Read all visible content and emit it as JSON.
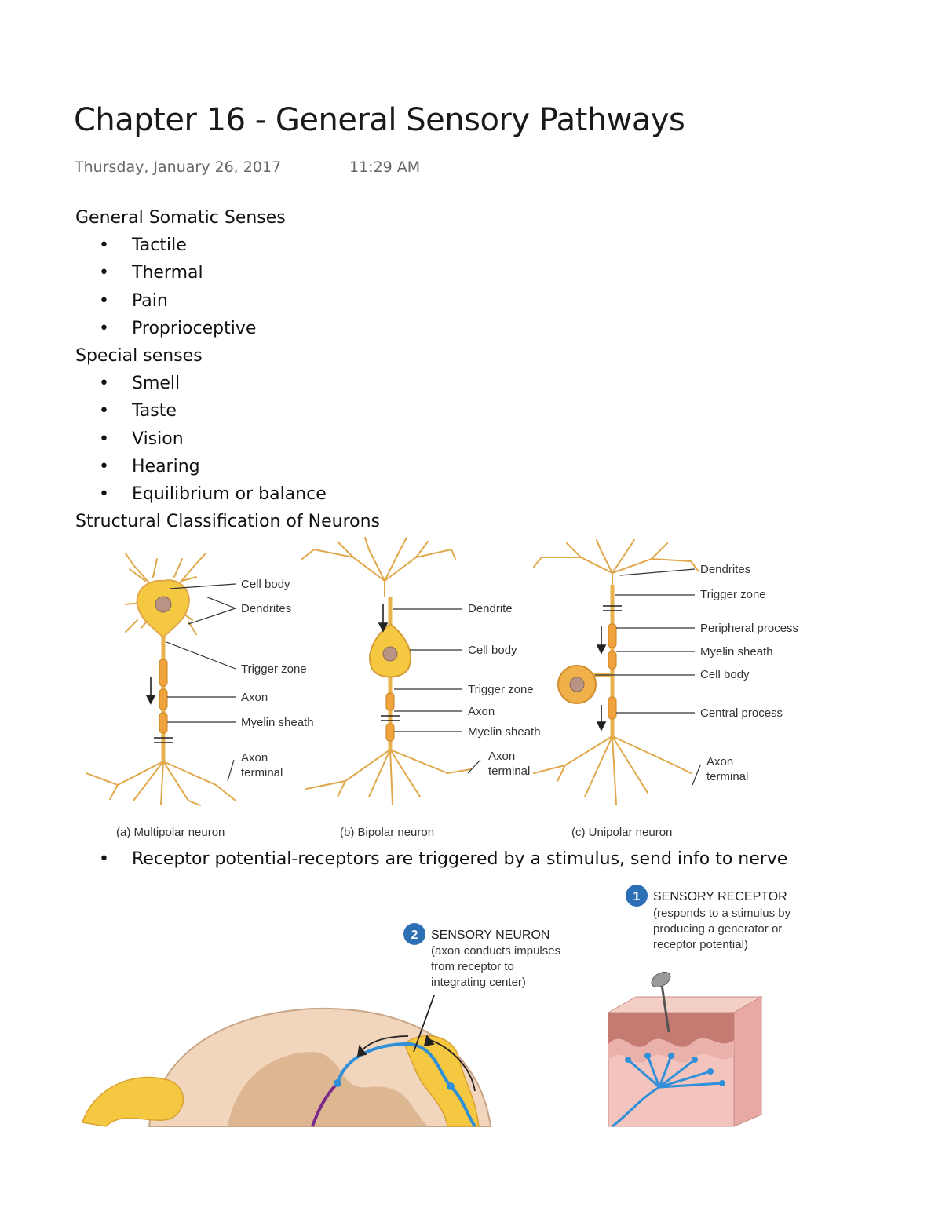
{
  "page": {
    "title": "Chapter 16 - General Sensory Pathways",
    "date": "Thursday, January 26, 2017",
    "time": "11:29 AM"
  },
  "sections": [
    {
      "heading": "General Somatic Senses",
      "items": [
        "Tactile",
        "Thermal",
        "Pain",
        "Proprioceptive"
      ]
    },
    {
      "heading": "Special senses",
      "items": [
        "Smell",
        "Taste",
        "Vision",
        "Hearing",
        "Equilibrium or balance"
      ]
    },
    {
      "heading": "Structural Classification of Neurons",
      "items": []
    }
  ],
  "neuron_figure": {
    "multipolar": {
      "caption": "(a) Multipolar neuron",
      "labels": {
        "cell_body": "Cell body",
        "dendrites": "Dendrites",
        "trigger_zone": "Trigger zone",
        "axon": "Axon",
        "myelin": "Myelin sheath",
        "axon_terminal_1": "Axon",
        "axon_terminal_2": "terminal"
      }
    },
    "bipolar": {
      "caption": "(b) Bipolar neuron",
      "labels": {
        "dendrite": "Dendrite",
        "cell_body": "Cell body",
        "trigger_zone": "Trigger zone",
        "axon": "Axon",
        "myelin": "Myelin sheath",
        "axon_terminal_1": "Axon",
        "axon_terminal_2": "terminal"
      }
    },
    "unipolar": {
      "caption": "(c) Unipolar neuron",
      "labels": {
        "dendrites": "Dendrites",
        "trigger_zone": "Trigger zone",
        "peripheral": "Peripheral process",
        "myelin": "Myelin sheath",
        "cell_body": "Cell body",
        "central": "Central process",
        "axon_terminal_1": "Axon",
        "axon_terminal_2": "terminal"
      }
    }
  },
  "bullet_text": "Receptor potential-receptors are triggered by a stimulus, send info to nerve",
  "reflex_figure": {
    "step1": {
      "number": "1",
      "title": "SENSORY RECEPTOR",
      "lines": [
        "(responds to a stimulus by",
        "producing a generator or",
        "receptor potential)"
      ]
    },
    "step2": {
      "number": "2",
      "title": "SENSORY NEURON",
      "lines": [
        "(axon conducts impulses",
        "from receptor to",
        "integrating center)"
      ]
    }
  },
  "colors": {
    "neuron_yellow": "#f5c842",
    "neuron_orange": "#e8a23a",
    "neuron_line": "#e0a84a",
    "nerve_blue": "#2f8fd8",
    "badge_blue": "#2c6fb5",
    "spinal_tan": "#eccfb0",
    "skin_pink": "#f2b9b4"
  }
}
